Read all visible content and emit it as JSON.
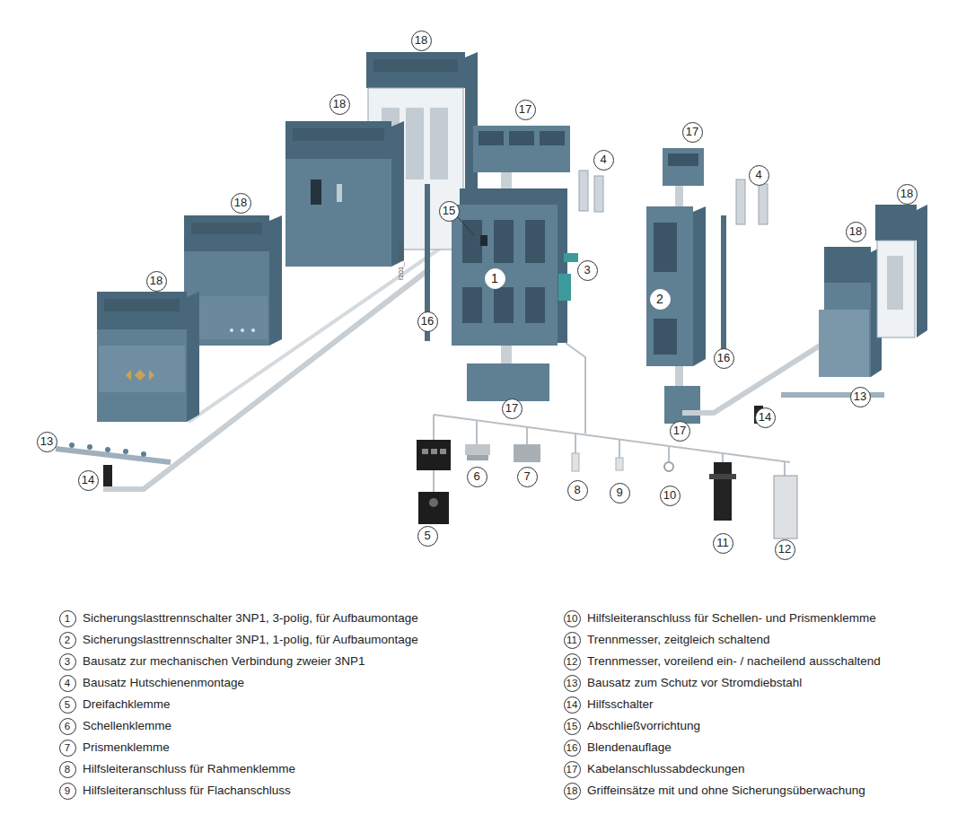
{
  "diagram": {
    "labels": [
      "18",
      "18",
      "17",
      "17",
      "4",
      "4",
      "18",
      "18",
      "15",
      "18",
      "3",
      "1",
      "18",
      "2",
      "16",
      "16",
      "13",
      "17",
      "14",
      "17",
      "13",
      "6",
      "7",
      "14",
      "8",
      "9",
      "10",
      "5",
      "11",
      "12",
      "I201_19744",
      "1",
      "Sicherungslasttrennschalter 3NP1, 3-polig, für Aufbaumontage",
      "2",
      "Sicherungslasttrennschalter 3NP1, 1-polig, für Aufbaumontage",
      "3",
      "Bausatz zur mechanischen Verbindung zweier 3NP1",
      "4",
      "Bausatz Hutschienenmontage",
      "5",
      "Dreifachklemme",
      "6",
      "Schellenklemme",
      "7",
      "Prismenklemme",
      "8",
      "Hilfsleiteranschluss für Rahmenklemme",
      "9",
      "Hilfsleiteranschluss für Flachanschluss",
      "10",
      "Hilfsleiteranschluss für Schellen- und Prismenklemme",
      "11",
      "Trennmesser, zeitgleich schaltend",
      "12",
      "Trennmesser, voreilend ein- / nacheilend ausschaltend",
      "13",
      "Bausatz zum Schutz vor Stromdiebstahl",
      "14",
      "Hilfsschalter",
      "15",
      "Abschließvorrichtung",
      "16",
      "Blendenauflage",
      "17",
      "Kabelanschlussabdeckungen",
      "18",
      "Griffeinsätze mit und ohne Sicherungsüberwachung"
    ]
  }
}
